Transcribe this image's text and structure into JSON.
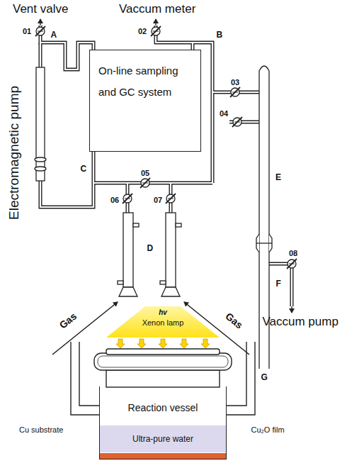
{
  "diagram": {
    "nodes": [
      {
        "text": [
          "On-line sampling and GC system"
        ]
      },
      {
        "text": [
          "hv",
          "Xenon lamp"
        ]
      },
      {
        "text": [
          "Reaction vessel"
        ]
      },
      {
        "text": [
          "Ultra-pure water"
        ],
        "in": 2
      }
    ],
    "labels": [
      "Vent valve",
      "Vaccum meter",
      "Electromagnetic pump",
      "Vaccum pump",
      "01",
      "02",
      "03",
      "04",
      "05",
      "06",
      "07",
      "08",
      "A",
      "B",
      "C",
      "D",
      "E",
      "F",
      "G",
      "Gas",
      "Gas",
      "Cu substrate",
      "Cu₂O film"
    ]
  }
}
